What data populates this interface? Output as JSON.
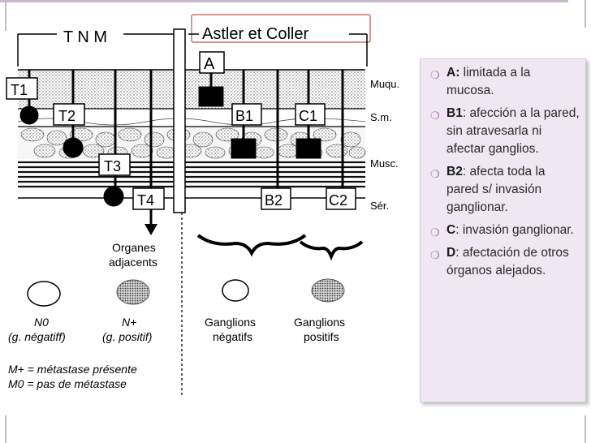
{
  "diagram": {
    "tnm_title": "T N M",
    "astler_title": "Astler et Coller",
    "stages": {
      "T1": "T1",
      "T2": "T2",
      "T3": "T3",
      "T4": "T4",
      "A": "A",
      "B1": "B1",
      "C1": "C1",
      "B2": "B2",
      "C2": "C2"
    },
    "layers": [
      "Muqu.",
      "S.m.",
      "Musc.",
      "Sér."
    ],
    "organes": [
      "Organes",
      "adjacents"
    ],
    "n0": {
      "label": "N0",
      "sub": "(g. négatiff)"
    },
    "nplus": {
      "label": "N+",
      "sub": "(g. positif)"
    },
    "gang_neg": [
      "Ganglions",
      "négatifs"
    ],
    "gang_pos": [
      "Ganglions",
      "positifs"
    ],
    "metastase": [
      "M+ = métastase présente",
      "M0 = pas de métastase"
    ]
  },
  "panel": {
    "items": [
      {
        "key": "A:",
        "text": " limitada a la mucosa."
      },
      {
        "key": "B1",
        "text": ": afección a la pared, sin atravesarla ni afectar ganglios."
      },
      {
        "key": "B2",
        "text": ": afecta toda la pared s/ invasión ganglionar."
      },
      {
        "key": "C",
        "text": ": invasión ganglionar."
      },
      {
        "key": "D",
        "text": ": afectación de otros órganos alejados."
      }
    ]
  },
  "colors": {
    "bullet": "#a06eb0",
    "panel_bg": "#efe7f1",
    "frame": "#c9b9cc"
  }
}
